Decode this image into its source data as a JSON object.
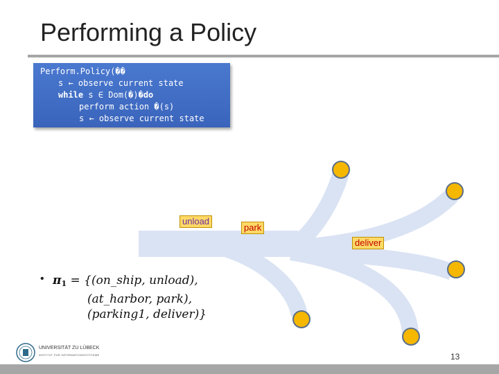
{
  "slide": {
    "title": "Performing a Policy",
    "page_number": "13"
  },
  "algorithm": {
    "line1": "Perform.Policy(��",
    "line2": "s ← observe current state",
    "line3_kw": "while",
    "line3_rest": " s ∈ Dom(�)�",
    "line3_do": "do",
    "line4": "perform action �(s)",
    "line5": "s ← observe current state"
  },
  "labels": {
    "unload": "unload",
    "park": "park",
    "deliver": "deliver"
  },
  "policy": {
    "bullet": "•",
    "pi": "π",
    "subscript": "1",
    "line1": " = {(on_ship, unload),",
    "line2": "(at_harbor, park),",
    "line3": "(parking1, deliver)}"
  },
  "logo": {
    "name": "UNIVERSITÄT ZU LÜBECK",
    "institute": "INSTITUT FÜR INFORMATIONSSYSTEME"
  },
  "colors": {
    "arrow": "#dae3f3",
    "state_fill": "#f5b700",
    "state_stroke": "#5a6f8a",
    "code_bg": "#4472c4",
    "label_bg": "#ffd966"
  }
}
